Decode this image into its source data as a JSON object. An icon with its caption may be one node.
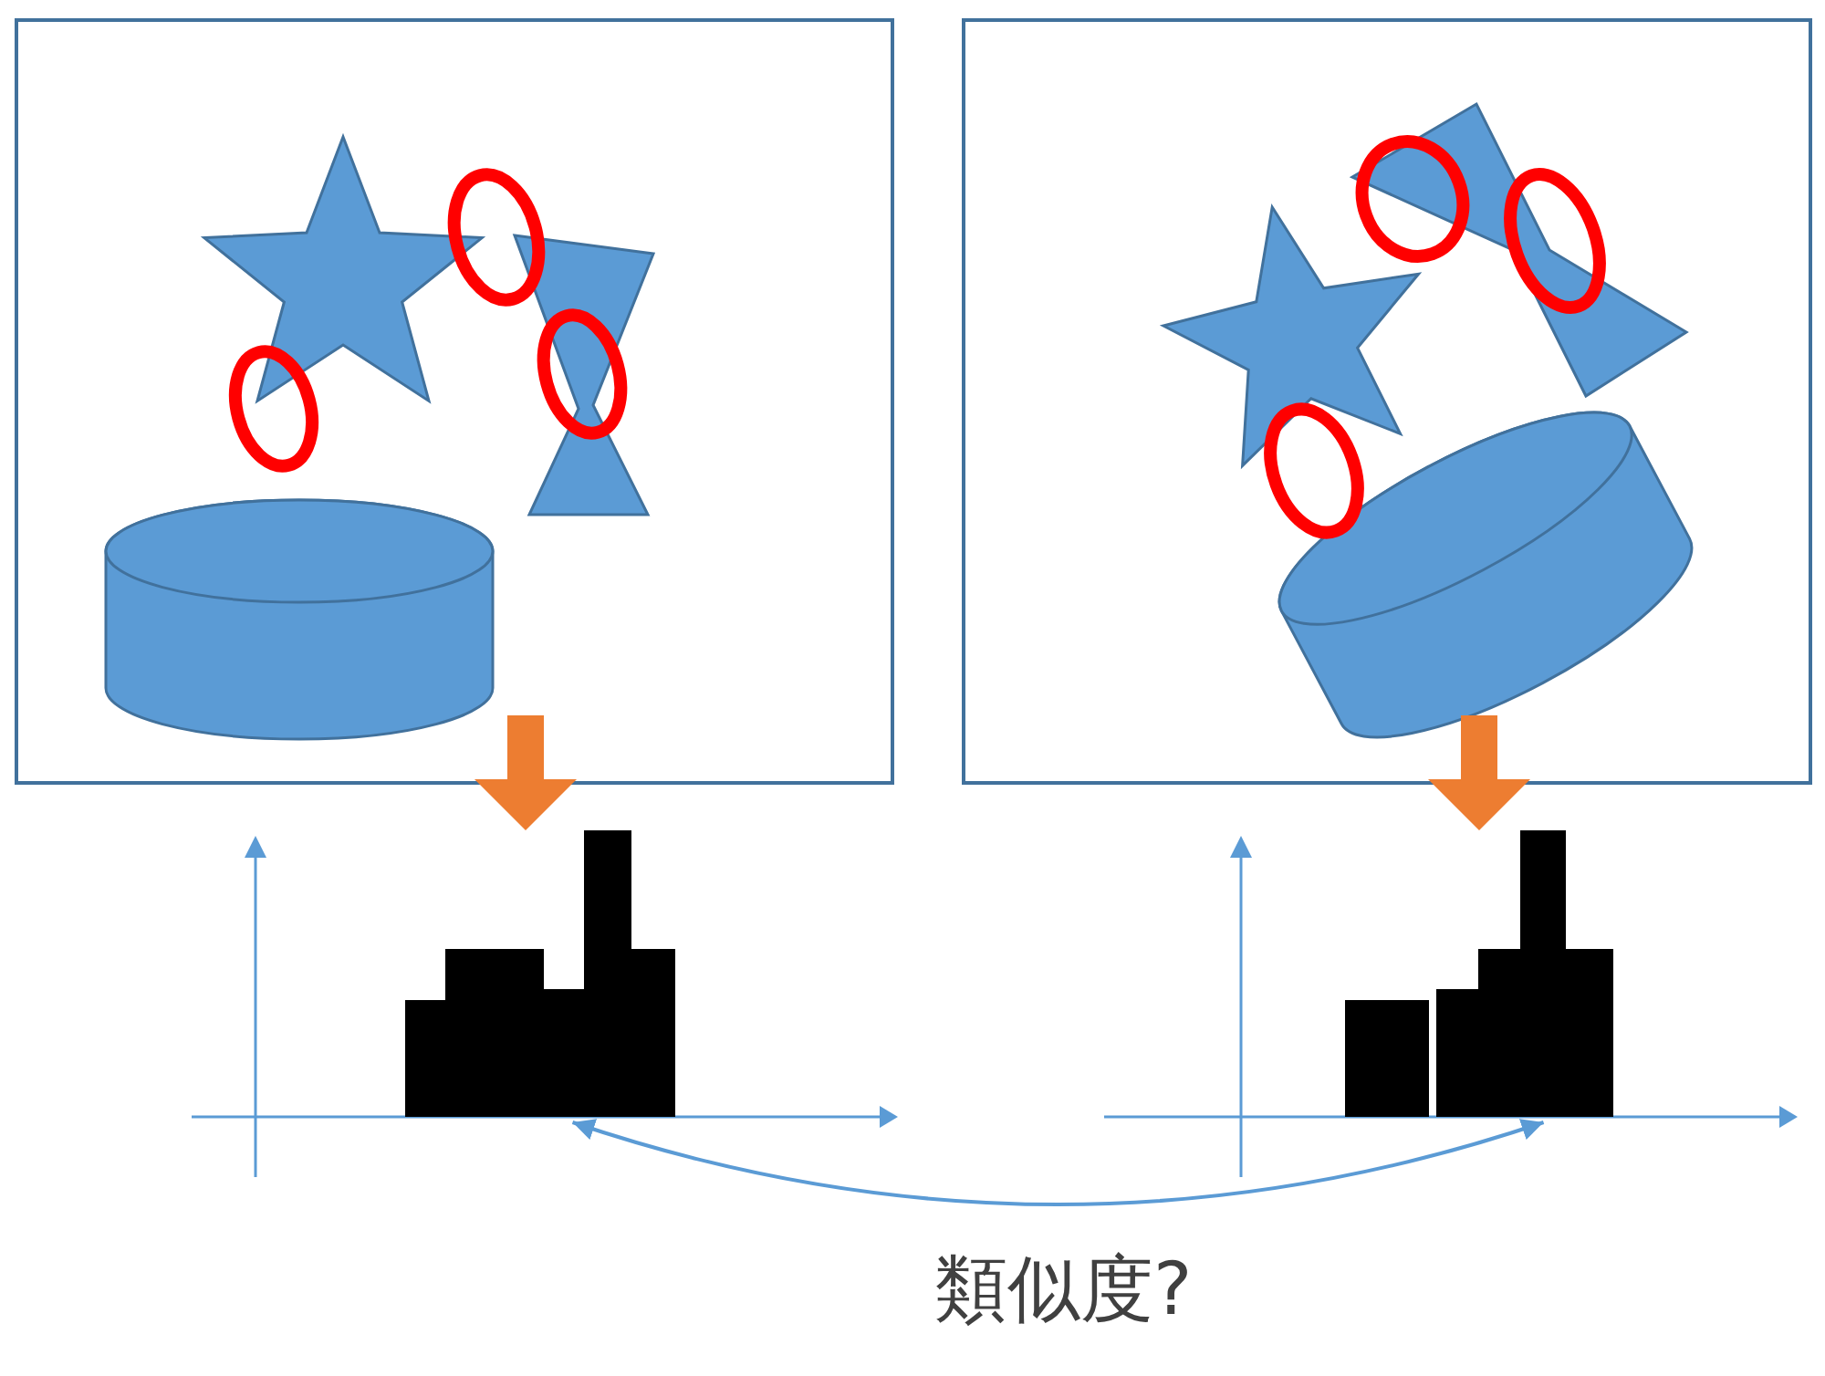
{
  "diagram": {
    "nodes": [
      {
        "text": [],
        "shape": "box"
      },
      {
        "text": [],
        "shape": "box"
      },
      {
        "text": [],
        "shape": "picture"
      },
      {
        "text": [],
        "shape": "picture"
      }
    ],
    "edges": [
      {
        "from": 0,
        "to": 2,
        "arrow": "to"
      },
      {
        "from": 1,
        "to": 3,
        "arrow": "to"
      },
      {
        "from": 2,
        "to": 3,
        "arrow": "both",
        "label": "類似度?",
        "color": "#5b9bd5"
      }
    ]
  }
}
